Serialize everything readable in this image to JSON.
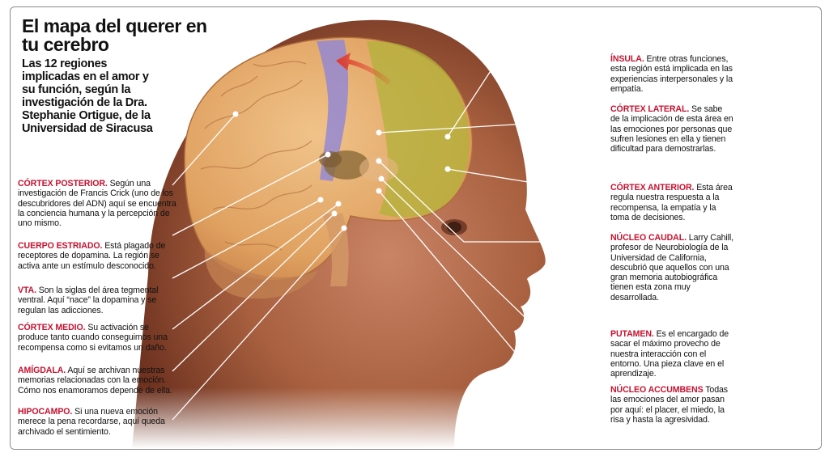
{
  "title": "El mapa del querer en tu cerebro",
  "subtitle": "Las 12 regiones implicadas en el amor y su función, según la investigación de la Dra. Stephanie Ortigue, de la Universidad de Siracusa",
  "colors": {
    "accent": "#c4122f",
    "skin": "#b06a4c",
    "brain": "#e2a86b",
    "highlight_blue": "#8e86d8",
    "highlight_green": "#b2b23a",
    "arrow": "#e03a2a"
  },
  "regions": [
    {
      "name": "CÓRTEX POSTERIOR.",
      "text": "Según una investigación de Francis Crick (uno de los descubridores del ADN) aquí se encuentra la conciencia humana y la percepción de uno mismo."
    },
    {
      "name": "CUERPO ESTRIADO.",
      "text": "Está plagado de receptores de dopamina. La región se activa ante un estímulo desconocido."
    },
    {
      "name": "VTA.",
      "text": "Son la siglas del área tegmental ventral. Aquí “nace” la dopamina y se regulan las adicciones."
    },
    {
      "name": "CÓRTEX MEDIO.",
      "text": "Su activación se produce tanto cuando conseguimos una recompensa como si evitamos un daño."
    },
    {
      "name": "AMÍGDALA.",
      "text": "Aquí se archivan nuestras memorias relacionadas con la emoción. Cómo nos enamoramos depende de ella."
    },
    {
      "name": "HIPOCAMPO.",
      "text": "Si una nueva emoción merece la pena recordarse, aquí queda archivado el sentimiento."
    },
    {
      "name": "ÍNSULA.",
      "text": "Entre otras funciones, esta región está implicada en las experiencias interpersonales y la empatía."
    },
    {
      "name": "CÓRTEX LATERAL.",
      "text": "Se sabe de la implicación de esta área en las emociones por personas que sufren lesiones en ella y tienen dificultad para demostrarlas."
    },
    {
      "name": "CÓRTEX ANTERIOR.",
      "text": "Esta área regula nuestra respuesta a la recompensa, la empatía y la toma de decisiones."
    },
    {
      "name": "NÚCLEO CAUDAL.",
      "text": "Larry Cahill, profesor de Neurobiología de la Universidad de California, descubrió que aquellos con una gran memoria autobiográfica tienen esta zona muy desarrollada."
    },
    {
      "name": "PUTAMEN.",
      "text": "Es el encargado de sacar el máximo provecho de nuestra interacción con el entorno. Una pieza clave en el aprendizaje."
    },
    {
      "name": "NÚCLEO ACCUMBENS",
      "text": "Todas las emociones del amor pasan por aquí: el placer, el miedo, la risa y hasta la agresividad."
    }
  ]
}
